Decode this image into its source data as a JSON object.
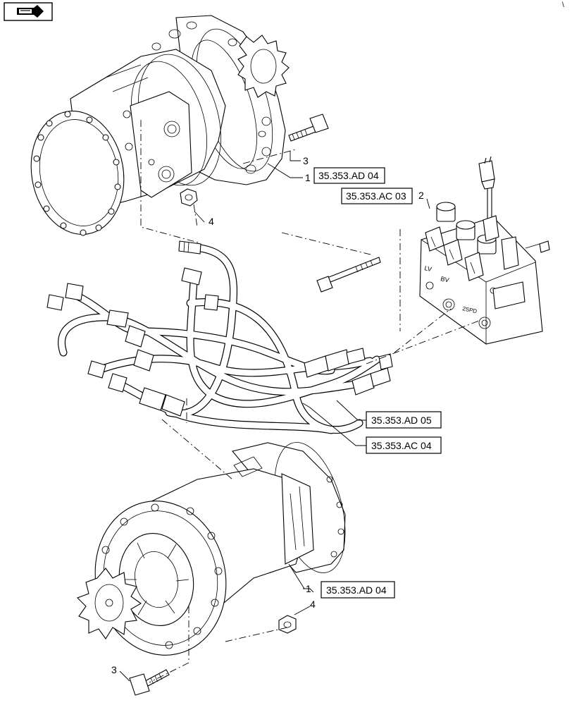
{
  "nav": {
    "icon": "nav-arrow-icon"
  },
  "callouts": {
    "c1_top": "1",
    "c2": "2",
    "c3_top": "3",
    "c4_top": "4",
    "c1_bottom": "1",
    "c4_bottom": "4",
    "c3_bottom": "3"
  },
  "references": {
    "ref_motor_top": "35.353.AD 04",
    "ref_valve": "35.353.AC 03",
    "ref_hose_ad": "35.353.AD 05",
    "ref_hose_ac": "35.353.AC 04",
    "ref_motor_bottom": "35.353.AD 04"
  },
  "valve_marks": {
    "lv": "LV",
    "bv": "BV",
    "port": "2SPD"
  }
}
